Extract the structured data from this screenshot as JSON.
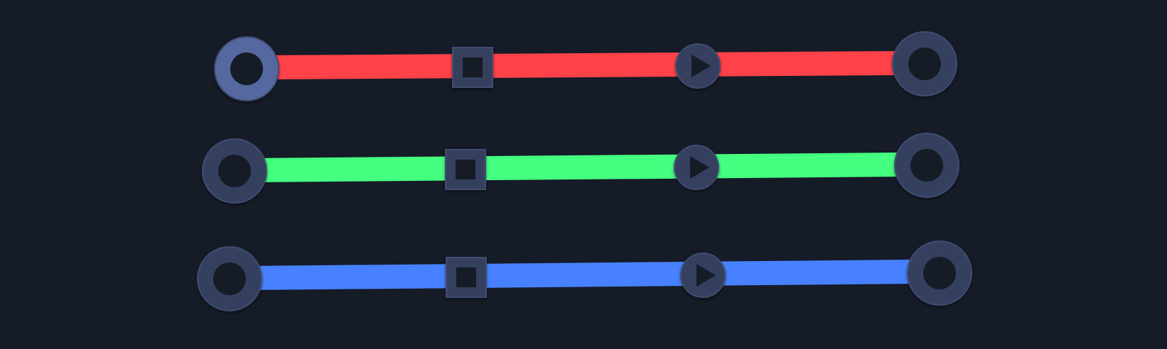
{
  "game": {
    "background": "#151b27",
    "node_fill": "#34405f",
    "node_fill_active": "#5569a0",
    "node_stroke": "#3f4d72",
    "hole_fill": "#151b27",
    "tracks": [
      {
        "id": "red",
        "color": "#ff4248",
        "nodes": [
          {
            "type": "ring-node",
            "active": true
          },
          {
            "type": "square-node"
          },
          {
            "type": "play-node"
          },
          {
            "type": "ring-node",
            "active": false
          }
        ]
      },
      {
        "id": "green",
        "color": "#44ff80",
        "nodes": [
          {
            "type": "ring-node",
            "active": false
          },
          {
            "type": "square-node"
          },
          {
            "type": "play-node"
          },
          {
            "type": "ring-node",
            "active": false
          }
        ]
      },
      {
        "id": "blue",
        "color": "#4881ff",
        "nodes": [
          {
            "type": "ring-node",
            "active": false
          },
          {
            "type": "square-node"
          },
          {
            "type": "play-node"
          },
          {
            "type": "ring-node",
            "active": false
          }
        ]
      }
    ]
  }
}
